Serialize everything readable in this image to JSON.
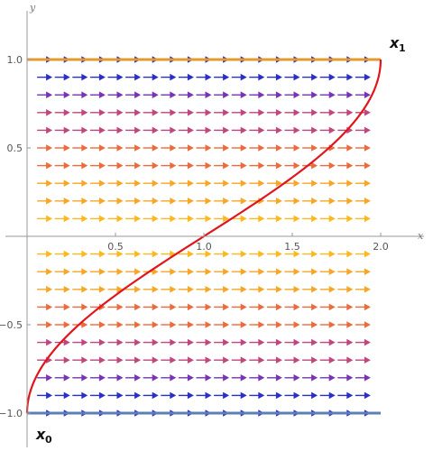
{
  "chart_data": {
    "type": "vector_field",
    "xlabel": "x",
    "ylabel": "y",
    "xlim": [
      -0.01,
      2.2
    ],
    "ylim": [
      -1.2,
      1.25
    ],
    "xticks": [
      0.5,
      1.0,
      1.5,
      2.0
    ],
    "xtick_labels": [
      "0.5",
      "1.0",
      "1.5",
      "2.0"
    ],
    "yticks": [
      -1.0,
      -0.5,
      0.5,
      1.0
    ],
    "ytick_labels": [
      "−1.0",
      "−0.5",
      "0.5",
      "1.0"
    ],
    "vector_field": {
      "direction": "+x",
      "rows_y": [
        1.0,
        0.9,
        0.8,
        0.7,
        0.6,
        0.5,
        0.4,
        0.3,
        0.2,
        0.1,
        -0.1,
        -0.2,
        -0.3,
        -0.4,
        -0.5,
        -0.6,
        -0.7,
        -0.8,
        -0.9,
        -1.0
      ],
      "columns_x": [
        0.1,
        0.2,
        0.3,
        0.4,
        0.5,
        0.6,
        0.7,
        0.8,
        0.9,
        1.0,
        1.1,
        1.2,
        1.3,
        1.4,
        1.5,
        1.6,
        1.7,
        1.8,
        1.9
      ],
      "color_scale": [
        "#2c2fc6",
        "#7a34b3",
        "#c1467f",
        "#ec6a3c",
        "#f7a626",
        "#fcb91f"
      ]
    },
    "boundaries": [
      {
        "y": 1.0,
        "color": "#e39a2e"
      },
      {
        "y": -1.0,
        "color": "#5d7fb6"
      }
    ],
    "curve": {
      "color": "#e0161c",
      "equation": "x = 1 + sin(pi*y/2)",
      "y_range": [
        -1.0,
        1.0
      ]
    },
    "points": [
      {
        "label": "x",
        "subscript": "1",
        "x": 2.0,
        "y": 1.0
      },
      {
        "label": "x",
        "subscript": "0",
        "x": 0.0,
        "y": -1.0
      }
    ]
  }
}
